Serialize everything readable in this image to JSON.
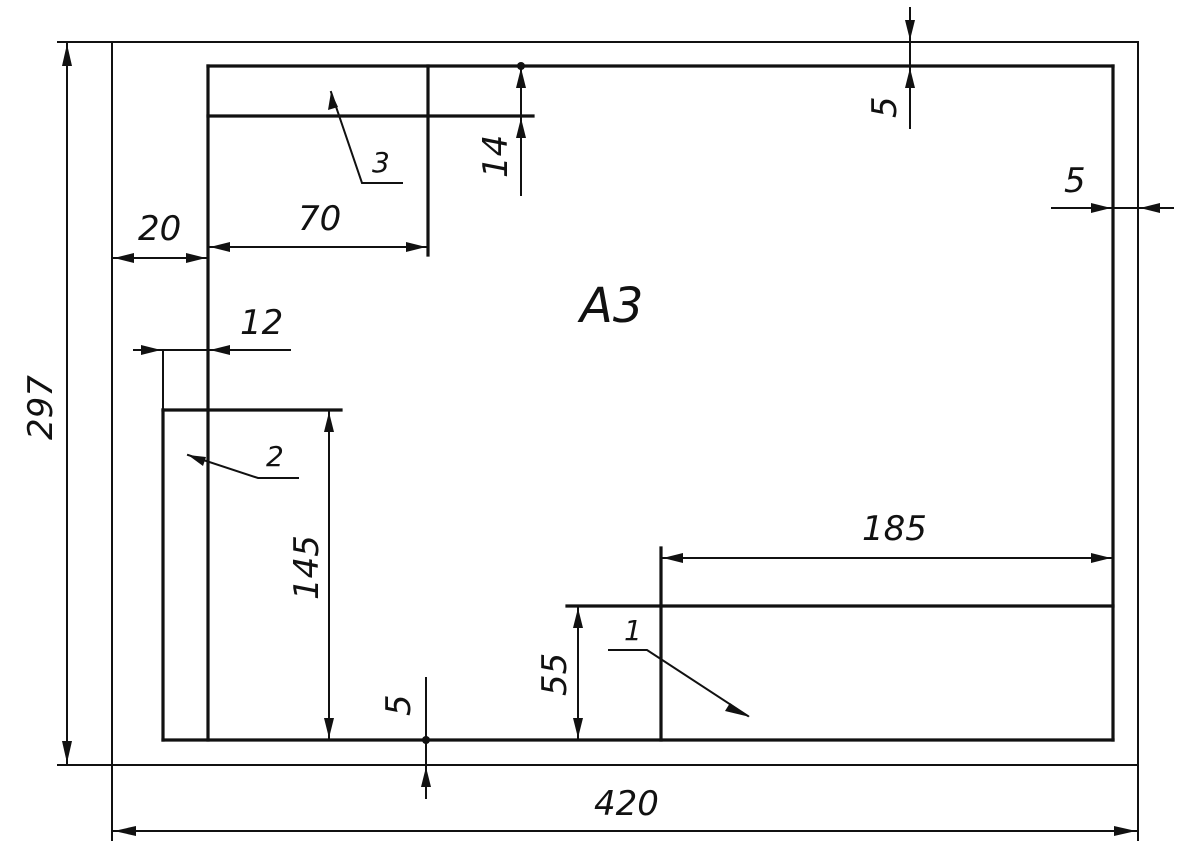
{
  "format_label": "A3",
  "dimensions": {
    "sheet_width": "420",
    "sheet_height": "297",
    "left_margin": "20",
    "top_margin": "5",
    "right_margin": "5",
    "bottom_margin": "5",
    "extra_column_width": "70",
    "extra_column_height": "14",
    "side_column_offset": "12",
    "side_column_height": "145",
    "title_block_width": "185",
    "title_block_height": "55"
  },
  "callouts": {
    "title_block": "1",
    "side_column": "2",
    "extra_column": "3"
  }
}
